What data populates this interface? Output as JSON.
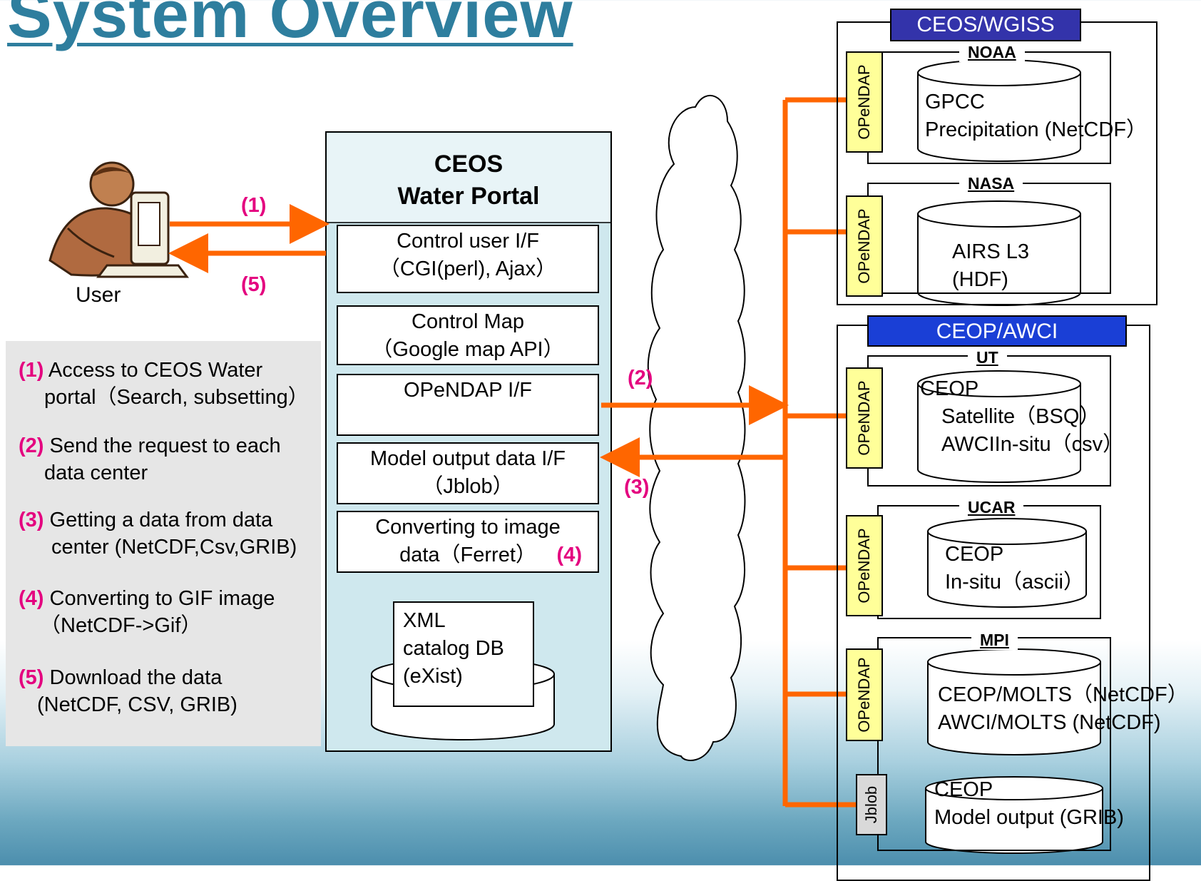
{
  "title": "System Overview",
  "user_label": "User",
  "steps": {
    "s1": "(1)",
    "s2": "(2)",
    "s3": "(3)",
    "s4": "(4)",
    "s5": "(5)"
  },
  "portal": {
    "title_line1": "CEOS",
    "title_line2": "Water Portal",
    "modules": [
      {
        "line1": "Control user I/F",
        "line2": "（CGI(perl), Ajax）"
      },
      {
        "line1": "Control Map",
        "line2": "（Google map API）"
      },
      {
        "line1": "OPeNDAP I/F",
        "line2": ""
      },
      {
        "line1": "Model output data I/F",
        "line2": "（Jblob）"
      },
      {
        "line1": "Converting to image",
        "line2": "data（Ferret）"
      }
    ],
    "db": {
      "line1": "XML",
      "line2": "catalog DB",
      "line3": "(eXist)"
    }
  },
  "legend": [
    {
      "num": "(1)",
      "line1": "Access to CEOS Water",
      "line2": "portal（Search, subsetting）"
    },
    {
      "num": "(2)",
      "line1": "Send the request to each",
      "line2": "data center"
    },
    {
      "num": "(3)",
      "line1": "Getting a data from data",
      "line2": "center (NetCDF,Csv,GRIB)"
    },
    {
      "num": "(4)",
      "line1": "Converting to GIF image",
      "line2": "（NetCDF->Gif）"
    },
    {
      "num": "(5)",
      "line1": "Download the data",
      "line2": "(NetCDF, CSV, GRIB)"
    }
  ],
  "groups": {
    "wgiss": {
      "label": "CEOS/WGISS",
      "color": "#3333aa",
      "centers": [
        {
          "name": "NOAA",
          "tab": "OPeNDAP",
          "line1": "GPCC",
          "line2": "Precipitation (NetCDF）",
          "line3": ""
        },
        {
          "name": "NASA",
          "tab": "OPeNDAP",
          "line1": "AIRS L3",
          "line2": "(HDF)",
          "line3": ""
        }
      ]
    },
    "awci": {
      "label": "CEOP/AWCI",
      "color": "#1a3fd6",
      "centers": [
        {
          "name": "UT",
          "tab": "OPeNDAP",
          "line1": "CEOP",
          "line2": "Satellite（BSQ）",
          "line3": "AWCIIn-situ（csv）"
        },
        {
          "name": "UCAR",
          "tab": "OPeNDAP",
          "line1": "CEOP",
          "line2": "In-situ（ascii）",
          "line3": ""
        },
        {
          "name": "MPI",
          "tab": "OPeNDAP",
          "line1": "CEOP/MOLTS（NetCDF）",
          "line2": "AWCI/MOLTS (NetCDF)",
          "line3": ""
        }
      ],
      "extra": {
        "tab": "Jblob",
        "line1": "CEOP",
        "line2": "Model output (GRIB)"
      }
    }
  },
  "colors": {
    "arrow": "#ff6600",
    "panel": "#cfe8ee",
    "tab": "#ffff99",
    "step": "#e4007f",
    "title": "#2e7e9e"
  }
}
